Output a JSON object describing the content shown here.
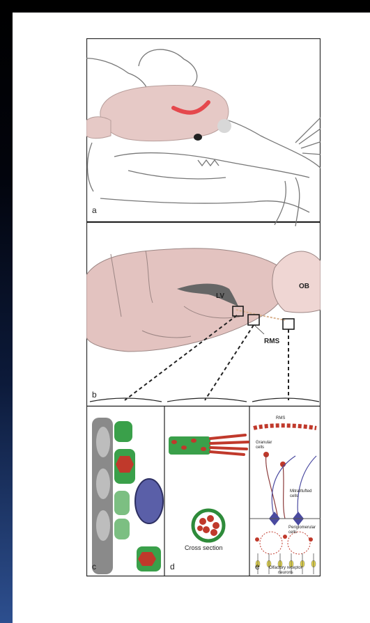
{
  "panels": {
    "a": "a",
    "b": "b",
    "c": "c",
    "d": "d",
    "e": "e"
  },
  "panel_b_labels": {
    "lv": "LV",
    "ob": "OB",
    "rms": "RMS"
  },
  "panel_d_labels": {
    "cross_section": "Cross section"
  },
  "panel_e_labels": {
    "rms": "RMS",
    "granular": "Granular\ncells",
    "mitral": "Mitral/tufted\ncells",
    "periglomerular": "Periglomerular\ncells",
    "olfactory": "Olfactory receptor\nneurons"
  },
  "colors": {
    "brain": "#e6c9c6",
    "red_cells": "#c0392b",
    "green_cells": "#3aa04a",
    "blue_cell": "#5a5fa8",
    "grey_column": "#8a8a8a",
    "lv": "#666666"
  }
}
